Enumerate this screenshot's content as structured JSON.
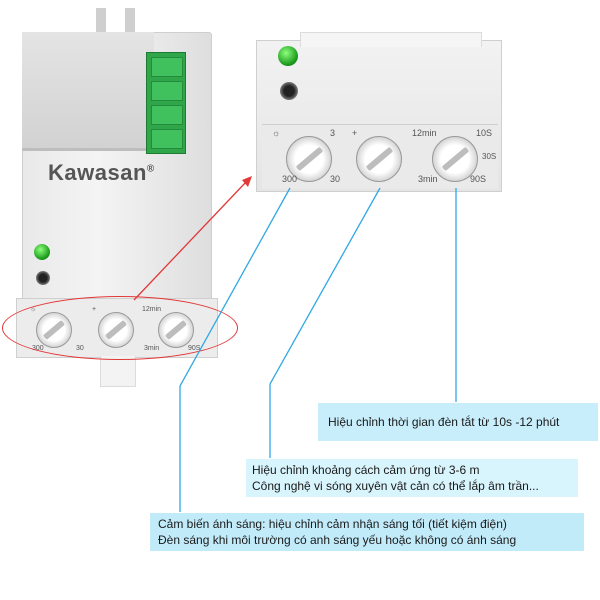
{
  "brand": "Kawasan",
  "brand_mark": "®",
  "device_knobs": {
    "k1_top": "☼",
    "k1_left": "300",
    "k1_right": "30",
    "k2_top": "+",
    "k2_right": "12min",
    "k3_bottom": "3min",
    "k3_right": "90S"
  },
  "zoom_knobs": {
    "k1_top_left": "☼",
    "k1_top_right": "3",
    "k1_bottom_left": "300",
    "k1_bottom_right": "30",
    "k2_top_left": "+",
    "k2_top_right": "12min",
    "k3_top_right": "10S",
    "k3_right": "30S",
    "k3_bottom_left": "3min",
    "k3_bottom_right": "90S"
  },
  "annotations": {
    "time": "Hiệu chỉnh thời gian đèn tắt từ 10s -12 phút",
    "distance_line1": "Hiệu chỉnh khoảng cách cảm ứng từ  3-6 m",
    "distance_line2": "Công nghệ vi sóng xuyên vật cản có thể lắp âm trần...",
    "light_line1": "Cảm biến ánh sáng: hiệu chỉnh cảm nhận sáng tối (tiết kiệm điện)",
    "light_line2": "Đèn sáng khi môi trường có anh sáng yếu hoặc không có  ánh sáng"
  },
  "colors": {
    "arrow": "#e23838",
    "connector": "#2fa8e6",
    "led": "#22b422",
    "terminal": "#2fa64a"
  }
}
